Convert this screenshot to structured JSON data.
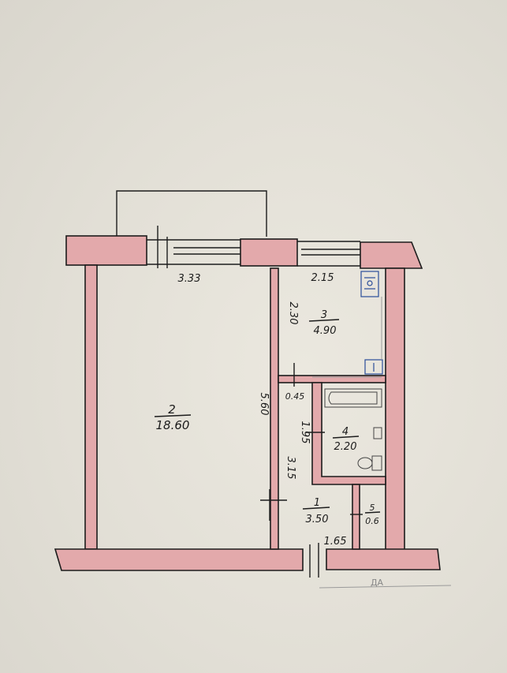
{
  "plan": {
    "rooms": [
      {
        "number": "2",
        "area": "18.60"
      },
      {
        "number": "3",
        "area": "4.90"
      },
      {
        "number": "4",
        "area": "2.20"
      },
      {
        "number": "1",
        "area": "3.50"
      },
      {
        "number": "5",
        "area": "0.6"
      }
    ],
    "dimensions": {
      "room2_width": "3.33",
      "room2_length": "5.60",
      "kitchen_width": "2.15",
      "kitchen_length": "2.30",
      "bath_gap": "0.45",
      "bath_length": "1.95",
      "hall_length": "3.15",
      "hall_width": "1.65"
    },
    "signature": "ДА"
  },
  "colors": {
    "wall_fill": "#e3a9ab",
    "ink": "#1c1c1c",
    "fixture_blue": "#2a4d9a",
    "paper": "#e4e1d8"
  }
}
